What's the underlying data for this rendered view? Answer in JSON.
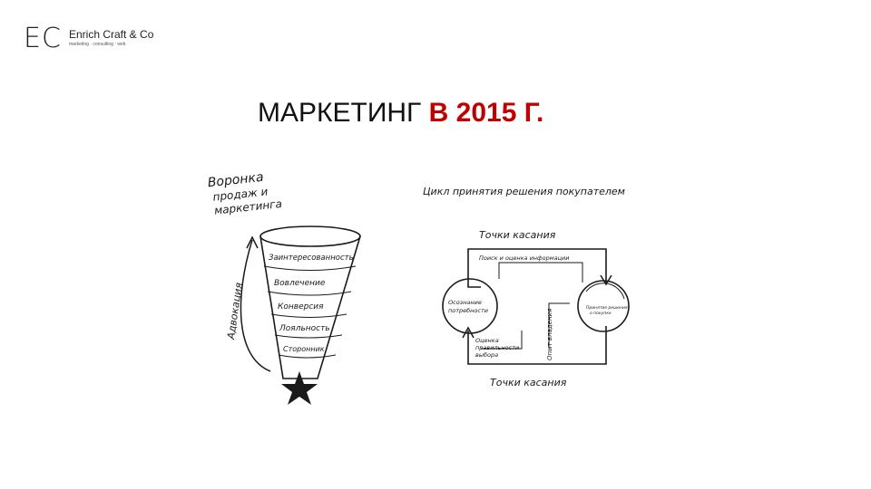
{
  "logo": {
    "mark": "EC",
    "name": "Enrich Craft & Co",
    "tagline": "marketing · consulting · web"
  },
  "title": {
    "main": "МАРКЕТИНГ ",
    "accent": "В 2015 Г."
  },
  "funnel": {
    "heading": [
      "Воронка",
      "продаж и",
      "маркетинга"
    ],
    "arrow_label": "Адвокация",
    "levels": [
      "Заинтересованность",
      "Вовлечение",
      "Конверсия",
      "Лояльность",
      "Сторонник"
    ]
  },
  "cycle": {
    "heading": "Цикл принятия решения покупателем",
    "top_label": "Точки касания",
    "bottom_label": "Точки касания",
    "top_arrow_label": "Поиск и оценка информации",
    "left_node": [
      "Осознание",
      "потребности"
    ],
    "right_node": [
      "Принятие решения",
      "о покупке"
    ],
    "bottom_left_label": [
      "Оценка",
      "правильности",
      "выбора"
    ],
    "vertical_label": "Опыт владения"
  },
  "colors": {
    "accent": "#c00000",
    "ink": "#1a1a1a"
  }
}
